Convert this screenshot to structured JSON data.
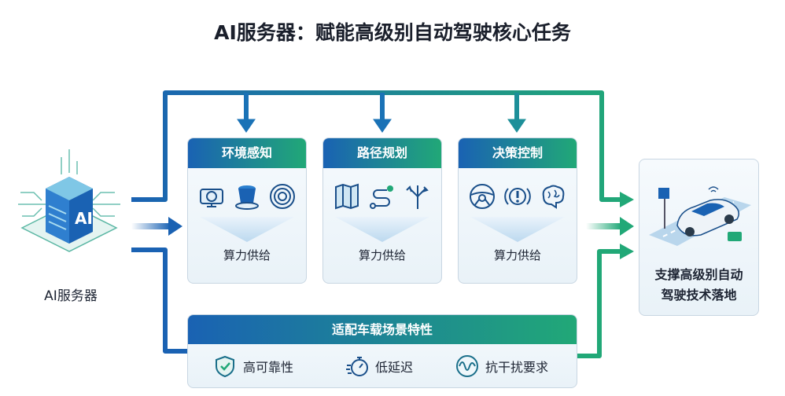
{
  "title": "AI服务器：赋能高级别自动驾驶核心任务",
  "server": {
    "label": "AI服务器",
    "badge": "AI"
  },
  "modules": [
    {
      "title": "环境感知",
      "supply": "算力供给",
      "icons": [
        "camera-icon",
        "lidar-icon",
        "radar-icon"
      ]
    },
    {
      "title": "路径规划",
      "supply": "算力供给",
      "icons": [
        "map-icon",
        "route-icon",
        "fork-arrow-icon"
      ]
    },
    {
      "title": "决策控制",
      "supply": "算力供给",
      "icons": [
        "steering-wheel-icon",
        "brake-warning-icon",
        "brain-icon"
      ]
    }
  ],
  "requirements": {
    "title": "适配车载场景特性",
    "items": [
      {
        "label": "高可靠性",
        "icon": "shield-check-icon"
      },
      {
        "label": "低延迟",
        "icon": "stopwatch-icon"
      },
      {
        "label": "抗干扰要求",
        "icon": "wave-icon"
      }
    ]
  },
  "outcome": {
    "line1": "支撑高级别自动",
    "line2": "驾驶技术落地"
  },
  "colors": {
    "blue": "#1a62b3",
    "green": "#21a877"
  }
}
